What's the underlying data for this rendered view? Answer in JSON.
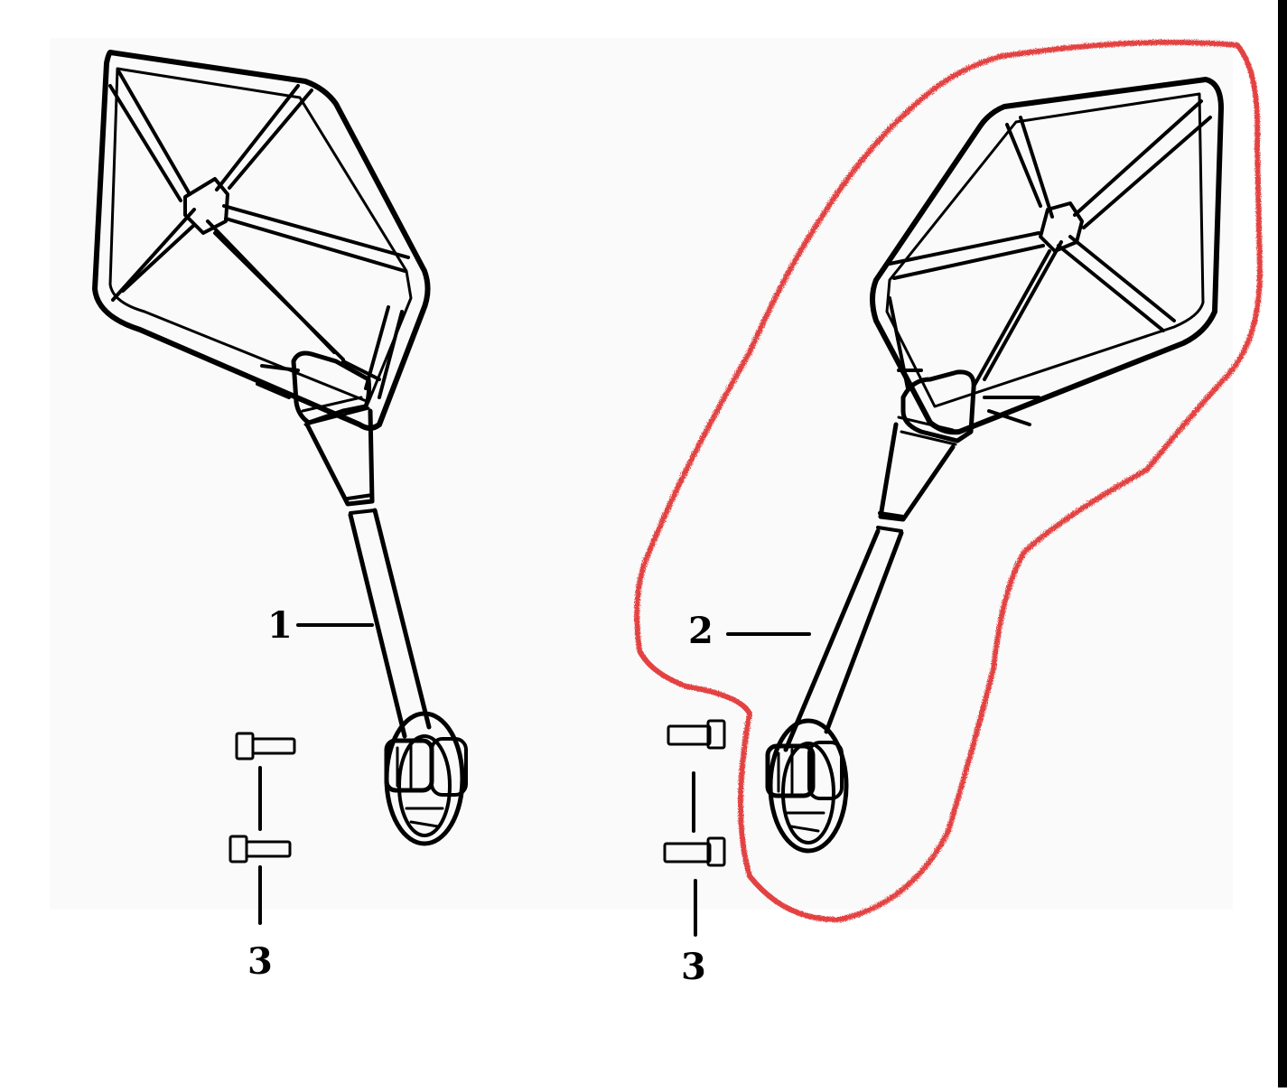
{
  "diagram": {
    "callouts": {
      "left_mirror": "1",
      "right_mirror": "2",
      "left_bolts": "3",
      "right_bolts": "3"
    },
    "colors": {
      "line": "#000000",
      "highlight": "#e02020",
      "background": "#ffffff",
      "right_border": "#000000"
    }
  }
}
